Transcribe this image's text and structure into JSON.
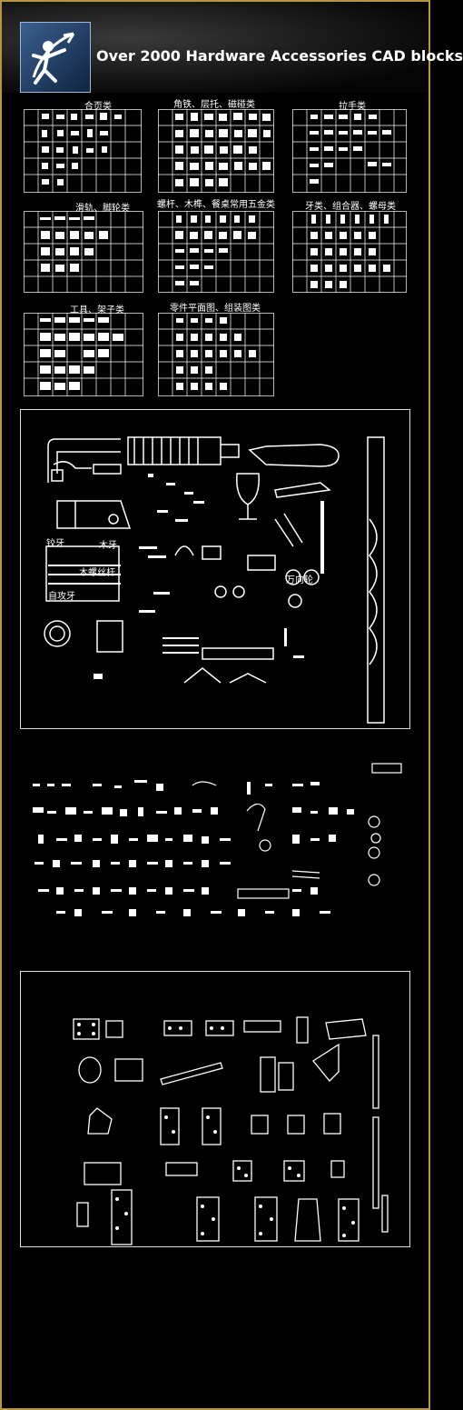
{
  "header": {
    "title": "Over 2000 Hardware Accessories CAD blocks",
    "logo_icon": "archer-logo-icon"
  },
  "categories": [
    {
      "label": "合页类"
    },
    {
      "label": "角铁、层托、磁碰类"
    },
    {
      "label": "拉手类"
    },
    {
      "label": "滑轨、脚轮类"
    },
    {
      "label": "螺杆、木榫、餐桌常用五金类"
    },
    {
      "label": "牙类、组合器、螺母类"
    },
    {
      "label": "工具、架子类"
    },
    {
      "label": "零件平面图、组装图类"
    }
  ],
  "drawing1": {
    "labels": [
      "万向轮",
      "铰牙",
      "木牙",
      "木螺丝杆",
      "自攻牙"
    ]
  },
  "colors": {
    "frame": "#b8953f",
    "background": "#000000",
    "lines": "#ffffff",
    "logo": "#3b5f8f"
  }
}
